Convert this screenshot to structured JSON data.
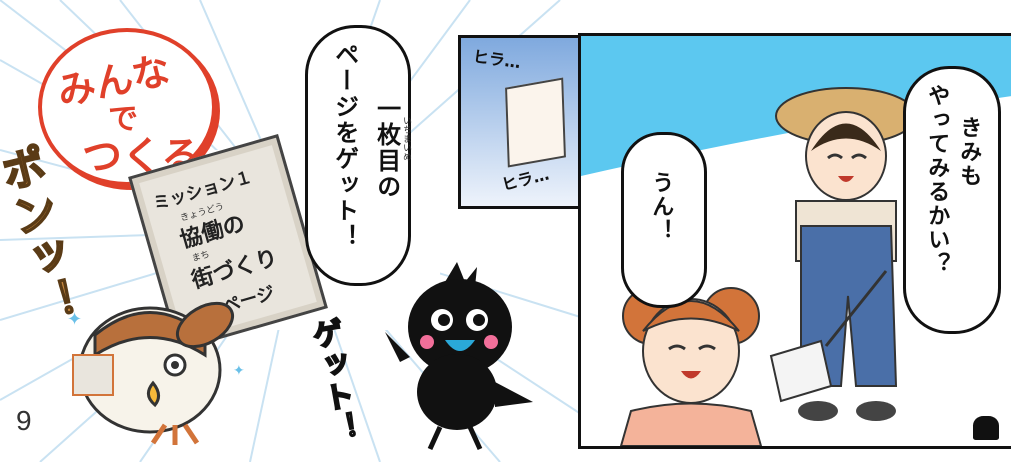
{
  "page_number": "9",
  "logo": {
    "line1": "みんな",
    "line2": "で",
    "line3": "つくる"
  },
  "sfx": {
    "pon": "ポンッ！",
    "get": "ゲット！",
    "hira_top": "ヒラ…",
    "hira_bottom": "ヒラ…"
  },
  "bubble_left": {
    "line1": "一枚目の",
    "line2": "ページをゲット！",
    "ruby": "いちまいめ"
  },
  "card": {
    "mission": "ミッション１",
    "line1": "協働の",
    "line1_ruby": "きょうどう",
    "line2": "街づくり",
    "line2_ruby": "まち",
    "line3": "ページ"
  },
  "bubble_man": {
    "line1": "きみも",
    "line2": "やってみるかい？"
  },
  "bubble_girl": {
    "line1": "うん！"
  },
  "colors": {
    "logo_red": "#e0402a",
    "sky_blue": "#5cc8f0",
    "panel_bg_top": "#7fa9de",
    "overalls": "#4a6fa8",
    "hat": "#d9b070",
    "girl_hair": "#d2743a",
    "girl_shirt": "#f4b39a",
    "owl_brown": "#b8703c",
    "crow": "#111111",
    "crow_beak": "#2aa8d8"
  }
}
